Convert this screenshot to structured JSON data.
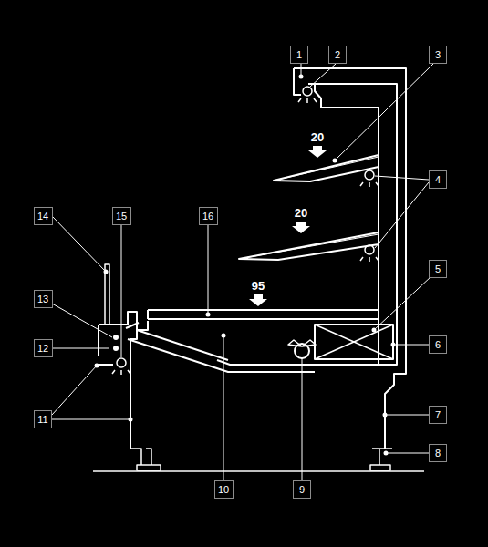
{
  "diagram": {
    "nodes": [
      {
        "text": [
          "1"
        ]
      },
      {
        "text": [
          "2"
        ]
      },
      {
        "text": [
          "3"
        ]
      },
      {
        "text": [
          "4"
        ]
      },
      {
        "text": [
          "5"
        ]
      },
      {
        "text": [
          "6"
        ]
      },
      {
        "text": [
          "7"
        ]
      },
      {
        "text": [
          "8"
        ]
      },
      {
        "text": [
          "9"
        ]
      },
      {
        "text": [
          "10"
        ]
      },
      {
        "text": [
          "11"
        ]
      },
      {
        "text": [
          "12"
        ]
      },
      {
        "text": [
          "13"
        ]
      },
      {
        "text": [
          "14"
        ]
      },
      {
        "text": [
          "15"
        ]
      },
      {
        "text": [
          "16"
        ]
      }
    ],
    "labels": [
      "20",
      "20",
      "95"
    ]
  }
}
